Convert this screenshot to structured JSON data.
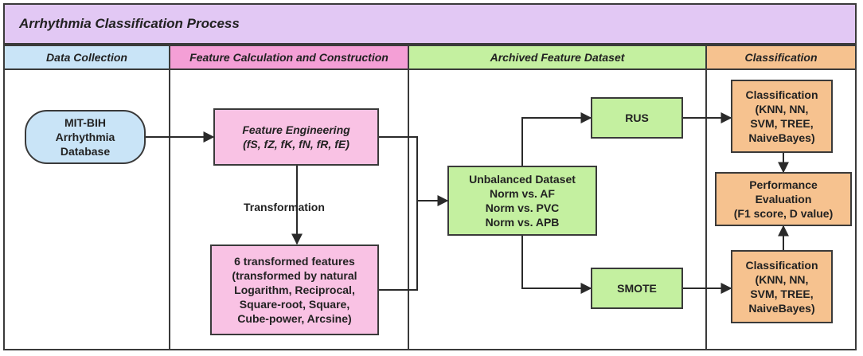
{
  "title": "Arrhythmia Classification Process",
  "columns": [
    {
      "label": "Data Collection",
      "color": "#c9e4f7"
    },
    {
      "label": "Feature Calculation and Construction",
      "color": "#f49fd6"
    },
    {
      "label": "Archived Feature Dataset",
      "color": "#c4f0a0"
    },
    {
      "label": "Classification",
      "color": "#f6c28f"
    }
  ],
  "nodes": {
    "database": {
      "lines": [
        "MIT-BIH",
        "Arrhythmia",
        "Database"
      ],
      "color": "#c9e4f7"
    },
    "feature_engineering": {
      "lines": [
        "Feature Engineering",
        "(fS, fZ, fK, fN, fR, fE)"
      ],
      "color": "#f9c2e4"
    },
    "transformed": {
      "lines": [
        "6 transformed features",
        "(transformed by natural",
        "Logarithm, Reciprocal,",
        "Square-root, Square,",
        "Cube-power, Arcsine)"
      ],
      "color": "#f9c2e4"
    },
    "unbalanced": {
      "lines": [
        "Unbalanced Dataset",
        "Norm vs. AF",
        "Norm vs. PVC",
        "Norm vs. APB"
      ],
      "color": "#c4f0a0"
    },
    "rus": {
      "lines": [
        "RUS"
      ],
      "color": "#c4f0a0"
    },
    "smote": {
      "lines": [
        "SMOTE"
      ],
      "color": "#c4f0a0"
    },
    "classification_top": {
      "lines": [
        "Classification",
        "(KNN, NN,",
        "SVM, TREE,",
        "NaiveBayes)"
      ],
      "color": "#f6c28f"
    },
    "performance": {
      "lines": [
        "Performance",
        "Evaluation",
        "(F1 score, D value)"
      ],
      "color": "#f6c28f"
    },
    "classification_bottom": {
      "lines": [
        "Classification",
        "(KNN, NN,",
        "SVM, TREE,",
        "NaiveBayes)"
      ],
      "color": "#f6c28f"
    }
  },
  "edge_labels": {
    "transformation": "Transformation"
  }
}
